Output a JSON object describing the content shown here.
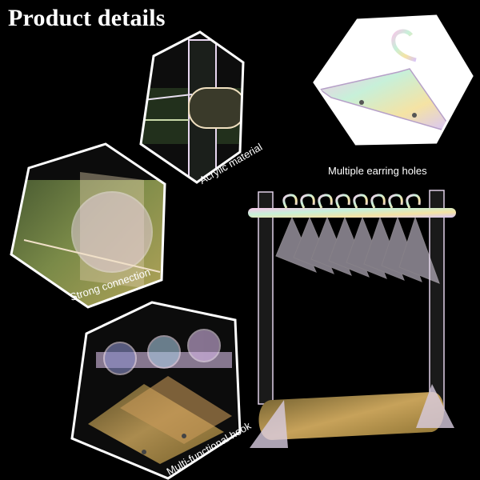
{
  "title": "Product details",
  "captions": {
    "acrylic": "Acrylic material",
    "earring": "Multiple earring holes",
    "strong": "Strong connection",
    "hook": "Multi-functional hook"
  }
}
